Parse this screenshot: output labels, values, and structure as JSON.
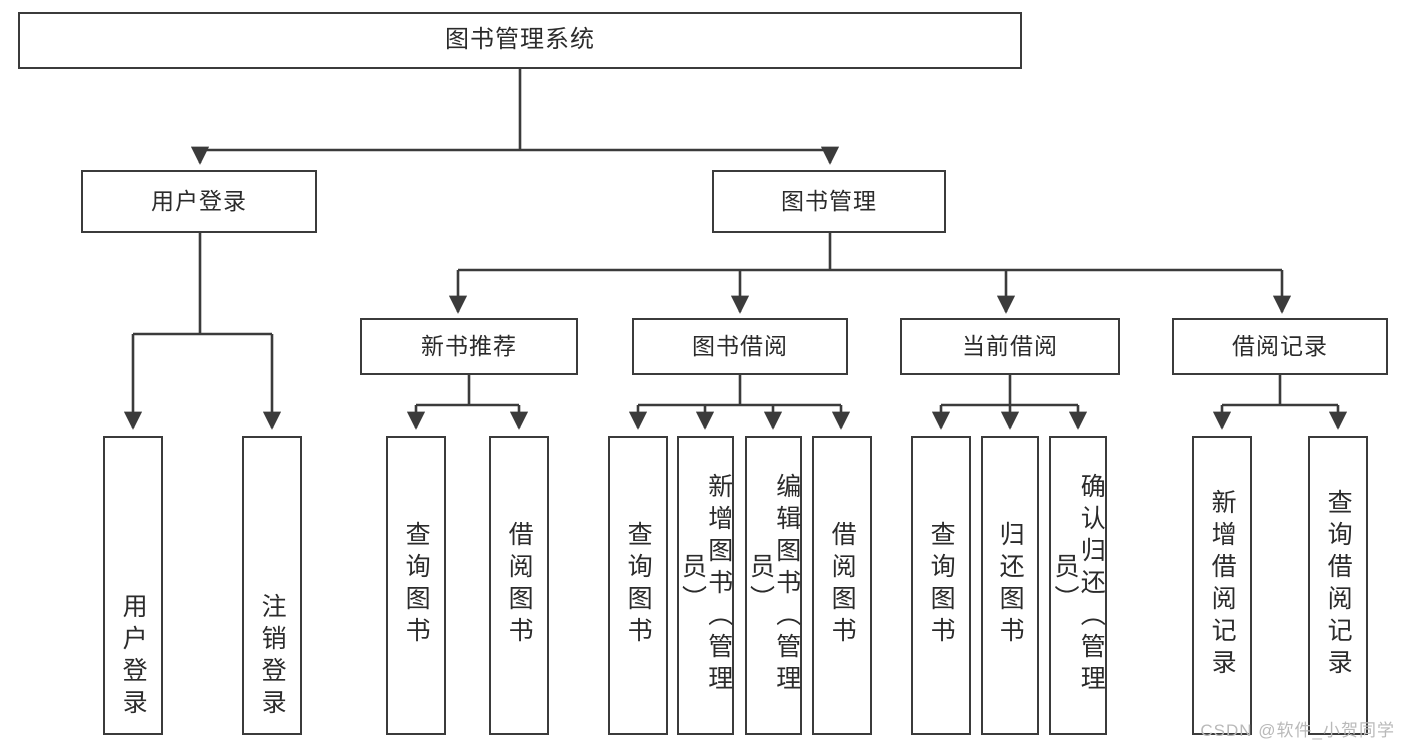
{
  "diagram": {
    "title": "图书管理系统",
    "type": "tree-hierarchy",
    "watermark": "CSDN @软件_小贺同学",
    "colors": {
      "stroke": "#3b3b3b",
      "box_fill": "#ffffff",
      "text": "#2b2b2b",
      "background": "#ffffff",
      "watermark": "#b9b9b9"
    },
    "levels": {
      "root": {
        "label": "图书管理系统"
      },
      "modules": [
        {
          "label": "用户登录"
        },
        {
          "label": "图书管理"
        }
      ],
      "submodules": [
        {
          "label": "新书推荐"
        },
        {
          "label": "图书借阅"
        },
        {
          "label": "当前借阅"
        },
        {
          "label": "借阅记录"
        }
      ],
      "leaves": {
        "user_login": [
          {
            "label": "用户登录"
          },
          {
            "label": "注销登录"
          }
        ],
        "new_book_recommend": [
          {
            "label": "查询图书"
          },
          {
            "label": "借阅图书"
          }
        ],
        "book_borrow": [
          {
            "label": "查询图书"
          },
          {
            "label": "新增图书（管理员）"
          },
          {
            "label": "编辑图书（管理员）"
          },
          {
            "label": "借阅图书"
          }
        ],
        "current_borrow": [
          {
            "label": "查询图书"
          },
          {
            "label": "归还图书"
          },
          {
            "label": "确认归还（管理员）"
          }
        ],
        "borrow_record": [
          {
            "label": "新增借阅记录"
          },
          {
            "label": "查询借阅记录"
          }
        ]
      }
    }
  }
}
